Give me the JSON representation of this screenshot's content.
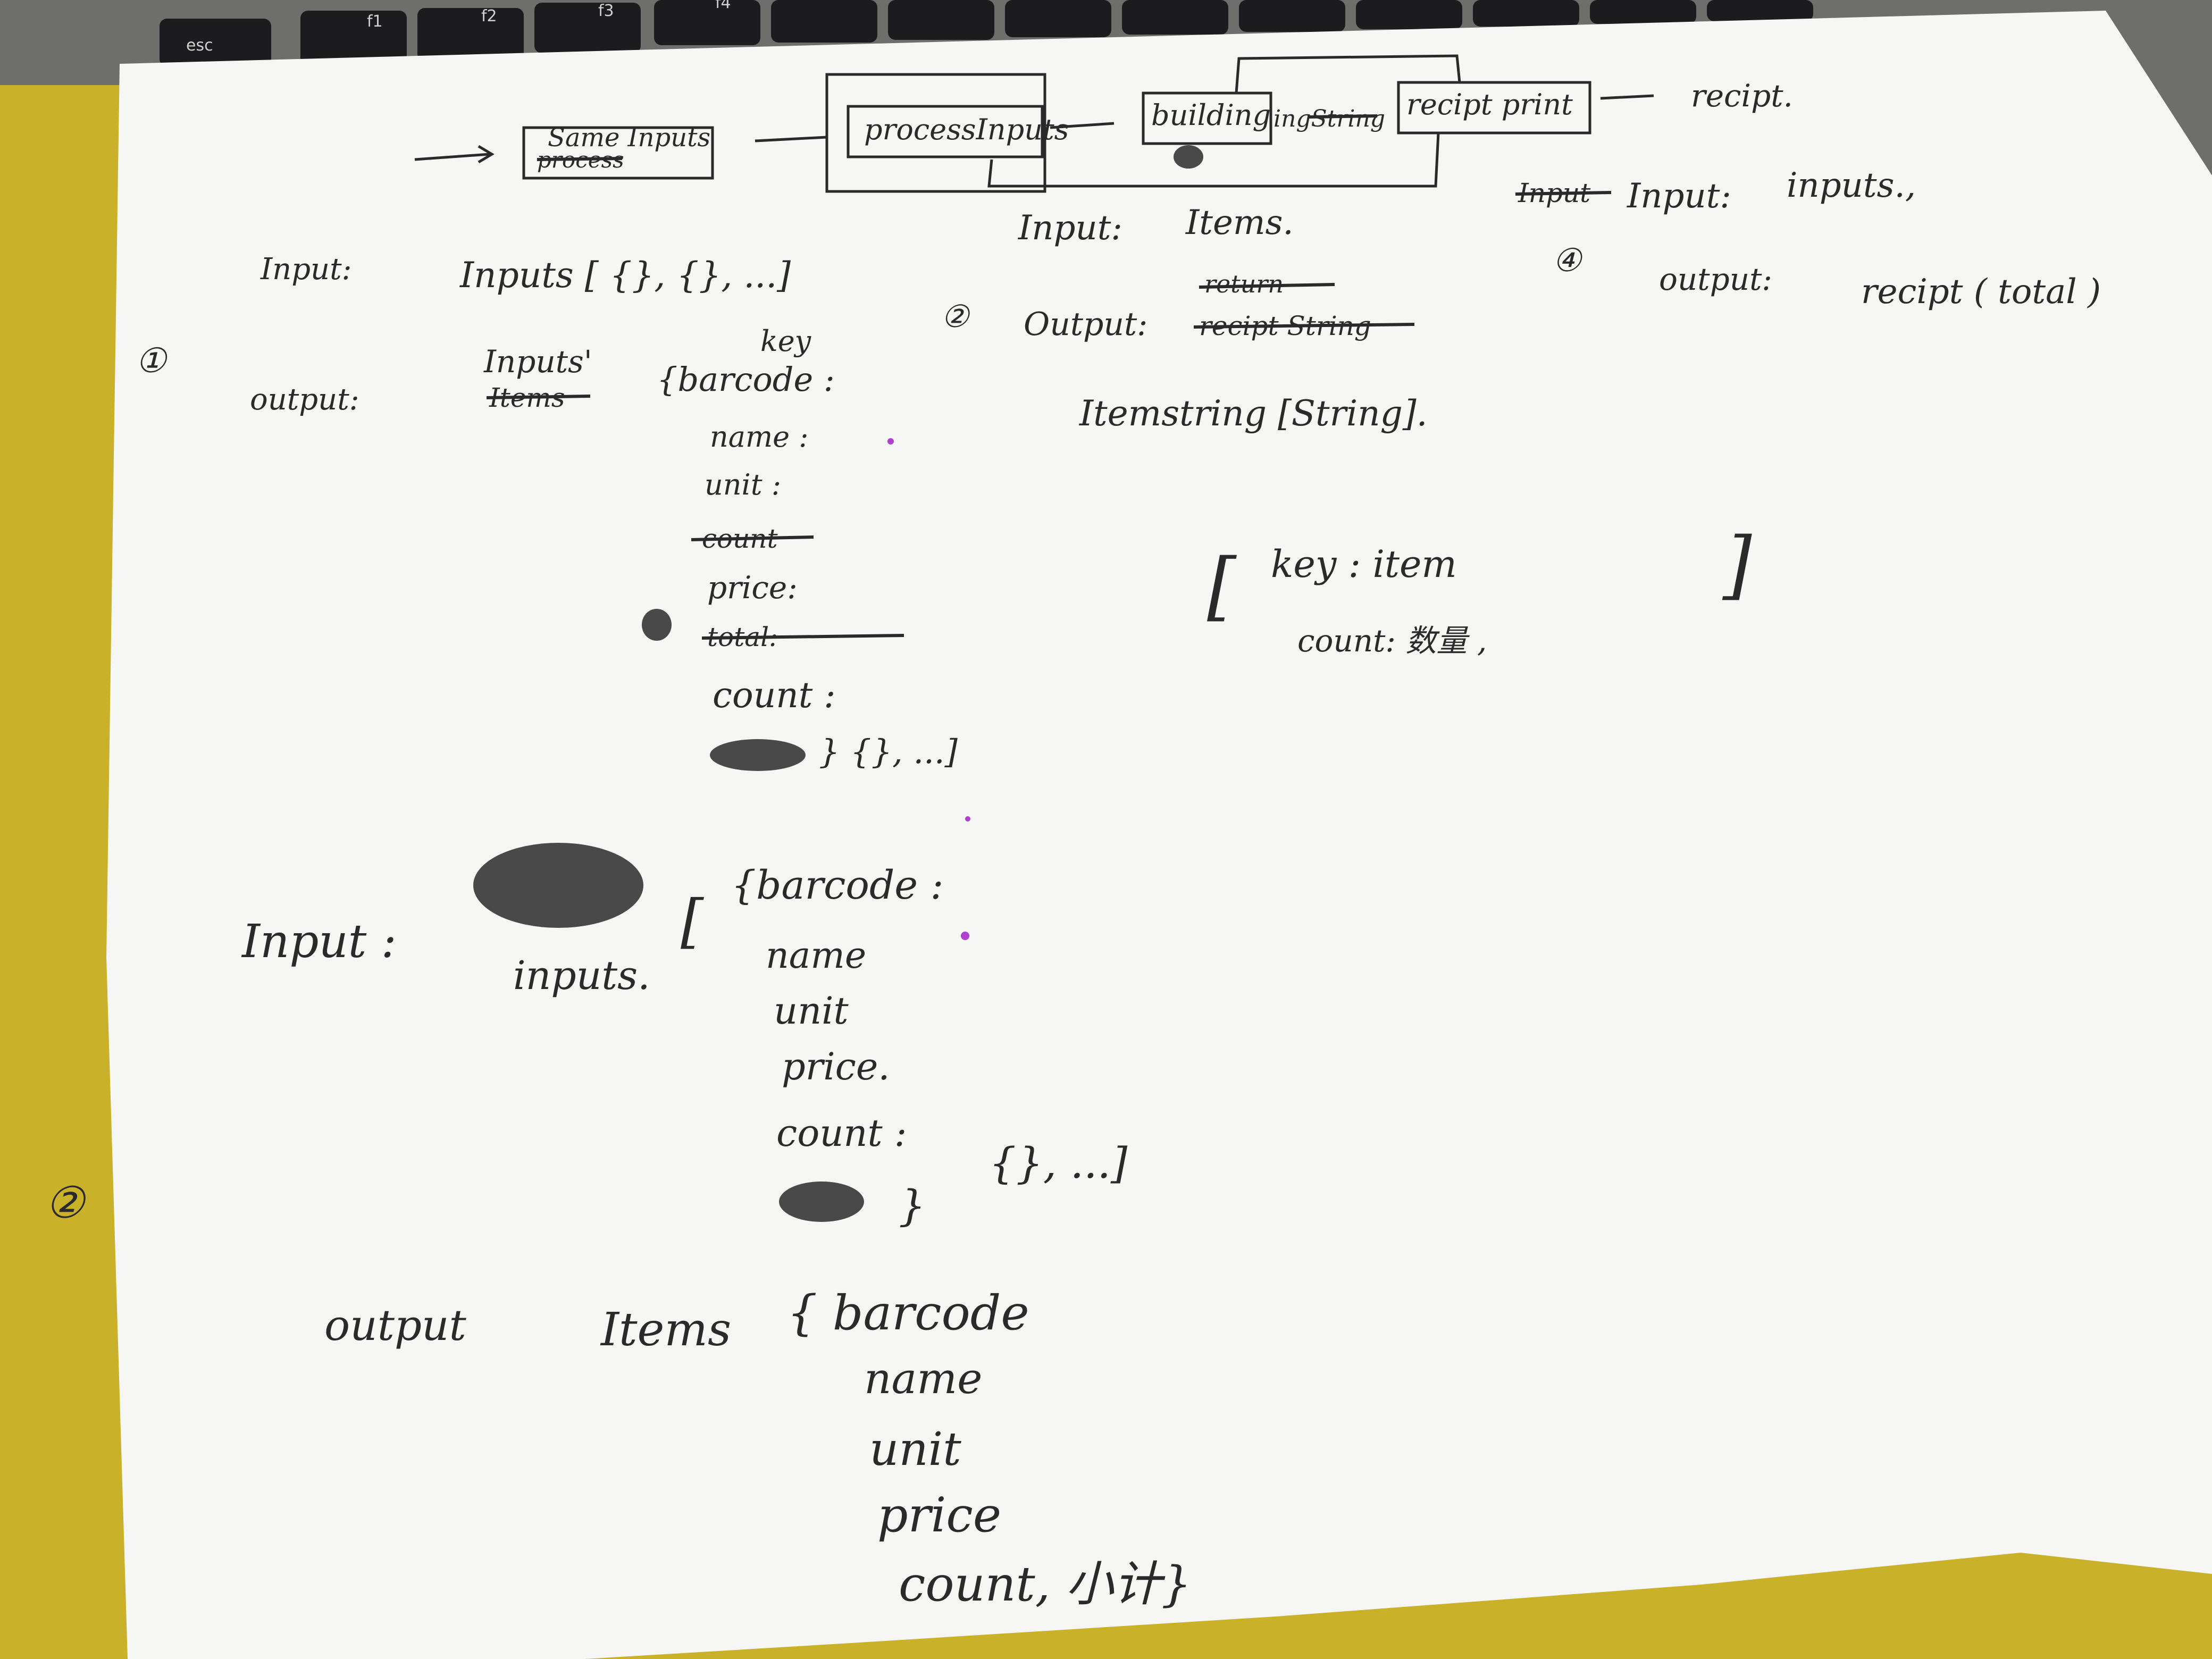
{
  "keyboard": {
    "keys": [
      "esc",
      "f1",
      "f2",
      "f3",
      "f4"
    ]
  },
  "note": {
    "flow": {
      "box1_struck": "process",
      "box1": "Same Inputs",
      "box2": "processInputs",
      "box3": "building",
      "box3_extra": "ingString",
      "box4": "recipt print",
      "result": "recipt."
    },
    "section1": {
      "marker": "①",
      "input_label": "Input:",
      "input_value": "Inputs [ {}, {}, ...]",
      "output_label": "output:",
      "output_name": "Inputs'",
      "output_name_struck": "Items",
      "field_key": "key",
      "fields": [
        "{barcode :",
        "name :",
        "unit :",
        "price:",
        "count :"
      ],
      "struck_fields": [
        "count",
        "total:"
      ],
      "tail": "} {}, ...]"
    },
    "section2_top": {
      "marker": "②",
      "input_label": "Input:",
      "input_value": "Items.",
      "output_label": "Output:",
      "output_struck": [
        "return",
        "recipt String"
      ],
      "output_value": "Itemstring [String].",
      "obj_key": "key : item",
      "obj_count": "count: 数量 ,"
    },
    "section3_top": {
      "marker": "④",
      "input_struck": "Input",
      "input_label": "Input:",
      "input_value": "inputs.,",
      "output_label": "output:",
      "output_value": "recipt ( total )"
    },
    "section_bottom": {
      "marker": "②",
      "input_label": "Input :",
      "input_name": "inputs.",
      "fields": [
        "{barcode :",
        "name",
        "unit",
        "price.",
        "count :"
      ],
      "tail": "{}, ...]",
      "close": "}",
      "output_label": "output",
      "output_name": "Items",
      "output_fields": [
        "{ barcode",
        "name",
        "unit",
        "price",
        "count, 小计}"
      ]
    }
  }
}
